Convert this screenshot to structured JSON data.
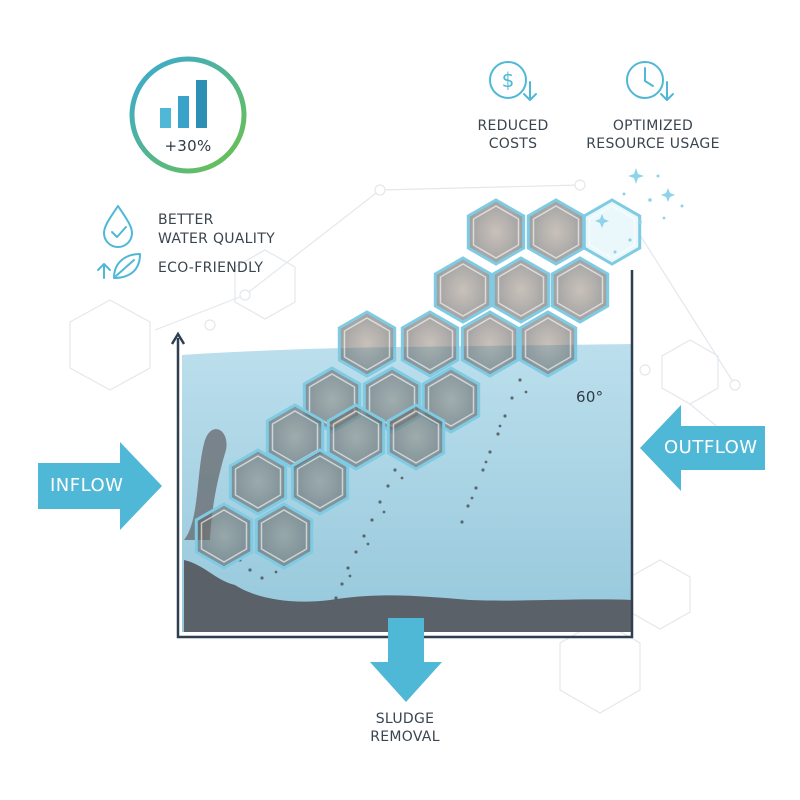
{
  "badge": {
    "text": "+30%",
    "icon": "bar-chart-icon"
  },
  "benefits": {
    "water_quality": {
      "line1": "BETTER",
      "line2": "WATER QUALITY",
      "icon": "water-drop-check-icon"
    },
    "eco": {
      "label": "ECO-FRIENDLY",
      "icon": "leaf-arrow-icon"
    },
    "costs": {
      "line1": "REDUCED",
      "line2": "COSTS",
      "icon": "dollar-down-icon"
    },
    "resources": {
      "line1": "OPTIMIZED",
      "line2": "RESOURCE USAGE",
      "icon": "clock-down-icon"
    }
  },
  "flows": {
    "inflow": "INFLOW",
    "outflow": "OUTFLOW",
    "sludge_line1": "SLUDGE",
    "sludge_line2": "REMOVAL"
  },
  "angle": "60°",
  "colors": {
    "accent": "#4fb8d6",
    "accent_dark": "#2d8fb3",
    "green": "#6cc24a",
    "water": "#a8d4e4",
    "sludge": "#5b6168",
    "tank_line": "#2f3f4f"
  }
}
